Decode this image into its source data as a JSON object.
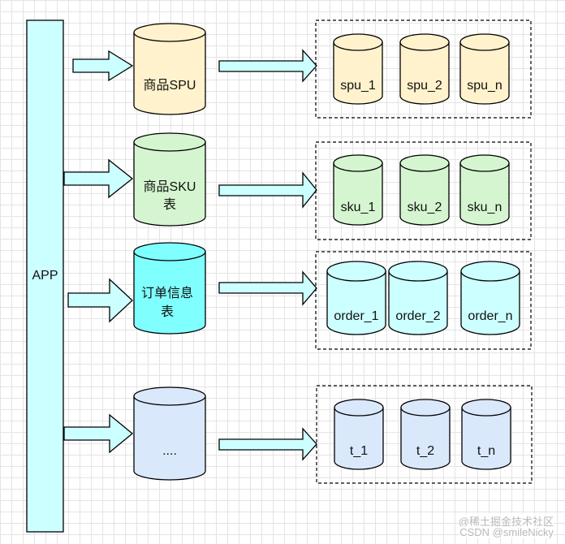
{
  "app": {
    "label": "APP"
  },
  "rows": [
    {
      "table": [
        "商品SPU"
      ],
      "shards": [
        "spu_1",
        "spu_2",
        "spu_n"
      ],
      "color": "#fff2cc"
    },
    {
      "table": [
        "商品SKU",
        "表"
      ],
      "shards": [
        "sku_1",
        "sku_2",
        "sku_n"
      ],
      "color": "#d5f5d0"
    },
    {
      "table": [
        "订单信息",
        "表"
      ],
      "shards": [
        "order_1",
        "order_2",
        "order_n"
      ],
      "color": "#ccffff",
      "table_color": "#80ffff"
    },
    {
      "table": [
        "...."
      ],
      "shards": [
        "t_1",
        "t_2",
        "t_n"
      ],
      "color": "#dae8fc"
    }
  ],
  "watermark": {
    "line1": "@稀土掘金技术社区",
    "line2": "CSDN @smileNicky"
  }
}
